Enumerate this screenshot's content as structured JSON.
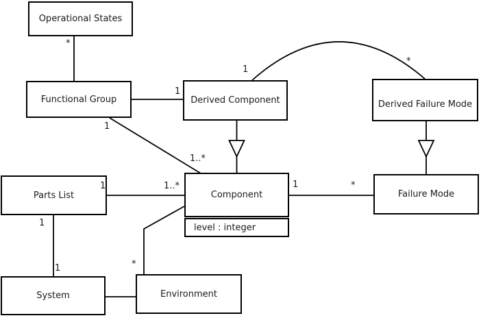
{
  "classes": {
    "operational_states": {
      "name": "Operational States"
    },
    "functional_group": {
      "name": "Functional Group"
    },
    "derived_component": {
      "name": "Derived Component"
    },
    "derived_failure_mode": {
      "name": "Derived Failure Mode"
    },
    "component": {
      "name": "Component",
      "attribute": "level : integer"
    },
    "failure_mode": {
      "name": "Failure Mode"
    },
    "parts_list": {
      "name": "Parts List"
    },
    "system": {
      "name": "System"
    },
    "environment": {
      "name": "Environment"
    }
  },
  "relationships": {
    "operational_states__functional_group": {
      "type": "association",
      "from": "Operational States",
      "to": "Functional Group",
      "from_label": "*"
    },
    "functional_group__derived_component": {
      "type": "association",
      "from": "Functional Group",
      "to": "Derived Component",
      "to_label": "1"
    },
    "functional_group__component": {
      "type": "association",
      "from": "Functional Group",
      "to": "Component",
      "from_label": "1",
      "to_label": "1..*"
    },
    "parts_list__component": {
      "type": "association",
      "from": "Parts List",
      "to": "Component",
      "from_label": "1",
      "to_label": "1..*"
    },
    "parts_list__system": {
      "type": "association",
      "from": "Parts List",
      "to": "System",
      "from_label": "1",
      "to_label": "1"
    },
    "system__environment": {
      "type": "association",
      "from": "System",
      "to": "Environment"
    },
    "component__environment": {
      "type": "association",
      "from": "Component",
      "to": "Environment",
      "to_label": "*"
    },
    "component__failure_mode": {
      "type": "association",
      "from": "Component",
      "to": "Failure Mode",
      "from_label": "1",
      "to_label": "*"
    },
    "derived_component__component": {
      "type": "generalization",
      "from": "Derived Component",
      "to": "Component"
    },
    "derived_failure_mode__failure_mode": {
      "type": "generalization",
      "from": "Derived Failure Mode",
      "to": "Failure Mode"
    },
    "derived_component__derived_failure_mode": {
      "type": "association",
      "from": "Derived Component",
      "to": "Derived Failure Mode",
      "from_label": "1",
      "to_label": "*"
    }
  },
  "colors": {
    "background": "#ffffff",
    "line": "#000000",
    "box_fill": "#ffffff",
    "text": "#1a1a1a"
  }
}
